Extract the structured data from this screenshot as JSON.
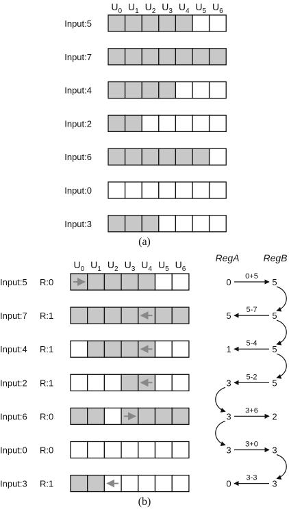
{
  "part_a": {
    "caption": "(a)",
    "unit_labels": [
      "U0",
      "U1",
      "U2",
      "U3",
      "U4",
      "U5",
      "U6"
    ],
    "rows": [
      {
        "label": "Input:5",
        "filled": 5
      },
      {
        "label": "Input:7",
        "filled": 7
      },
      {
        "label": "Input:4",
        "filled": 4
      },
      {
        "label": "Input:2",
        "filled": 2
      },
      {
        "label": "Input:6",
        "filled": 6
      },
      {
        "label": "Input:0",
        "filled": 0
      },
      {
        "label": "Input:3",
        "filled": 3
      }
    ]
  },
  "part_b": {
    "caption": "(b)",
    "unit_labels": [
      "U0",
      "U1",
      "U2",
      "U3",
      "U4",
      "U5",
      "U6"
    ],
    "reg_a_label": "RegA",
    "reg_b_label": "RegB",
    "rows": [
      {
        "label": "Input:5",
        "r": "R:0",
        "filled": [
          0,
          1,
          2,
          3,
          4
        ],
        "arrow_col": 0,
        "arrow_dir": "right",
        "reg_a": "0",
        "reg_b": "5",
        "op": "0+5",
        "op_dir": "right"
      },
      {
        "label": "Input:7",
        "r": "R:1",
        "filled": [
          0,
          1,
          2,
          3,
          4,
          5,
          6
        ],
        "arrow_col": 4,
        "arrow_dir": "left",
        "reg_a": "5",
        "reg_b": "5",
        "op": "5-7",
        "op_dir": "left"
      },
      {
        "label": "Input:4",
        "r": "R:1",
        "filled": [
          1,
          2,
          3,
          4
        ],
        "arrow_col": 4,
        "arrow_dir": "left",
        "reg_a": "1",
        "reg_b": "5",
        "op": "5-4",
        "op_dir": "left"
      },
      {
        "label": "Input:2",
        "r": "R:1",
        "filled": [
          3,
          4
        ],
        "arrow_col": 4,
        "arrow_dir": "left",
        "reg_a": "3",
        "reg_b": "5",
        "op": "5-2",
        "op_dir": "left"
      },
      {
        "label": "Input:6",
        "r": "R:0",
        "filled": [
          0,
          1,
          3,
          4,
          5,
          6
        ],
        "arrow_col": 3,
        "arrow_dir": "right",
        "reg_a": "3",
        "reg_b": "2",
        "op": "3+6",
        "op_dir": "right"
      },
      {
        "label": "Input:0",
        "r": "R:0",
        "filled": [],
        "arrow_col": null,
        "arrow_dir": null,
        "reg_a": "3",
        "reg_b": "3",
        "op": "3+0",
        "op_dir": "right"
      },
      {
        "label": "Input:3",
        "r": "R:1",
        "filled": [
          0,
          1
        ],
        "arrow_col": 2,
        "arrow_dir": "left",
        "reg_a": "0",
        "reg_b": "3",
        "op": "3-3",
        "op_dir": "left"
      }
    ],
    "transfers": [
      {
        "from_row": 0,
        "from": "reg_b",
        "to_row": 1,
        "to": "reg_b"
      },
      {
        "from_row": 1,
        "from": "reg_b",
        "to_row": 2,
        "to": "reg_b"
      },
      {
        "from_row": 2,
        "from": "reg_b",
        "to_row": 3,
        "to": "reg_b"
      },
      {
        "from_row": 3,
        "from": "reg_a",
        "to_row": 4,
        "to": "reg_a"
      },
      {
        "from_row": 4,
        "from": "reg_a",
        "to_row": 5,
        "to": "reg_a"
      },
      {
        "from_row": 5,
        "from": "reg_b",
        "to_row": 6,
        "to": "reg_b"
      }
    ]
  },
  "colors": {
    "filled": "#c8c8c8",
    "empty": "#ffffff",
    "stroke": "#111111",
    "arrow": "#888888"
  }
}
